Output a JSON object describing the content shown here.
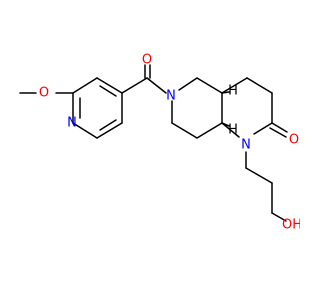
{
  "molecule": {
    "atoms": {
      "methoxy_oxygen": "O",
      "pyridine_nitrogen": "N",
      "carbonyl_oxygen": "O",
      "amide_nitrogen": "N",
      "ring_nitrogen": "N",
      "lactam_oxygen": "O",
      "hydroxyl": "OH",
      "stereo_h_top": "H",
      "stereo_h_bottom": "H"
    },
    "colors": {
      "bond": "#000000",
      "oxygen": "#ff0000",
      "nitrogen": "#0000ff",
      "carbon_hydrogen": "#000000"
    }
  }
}
